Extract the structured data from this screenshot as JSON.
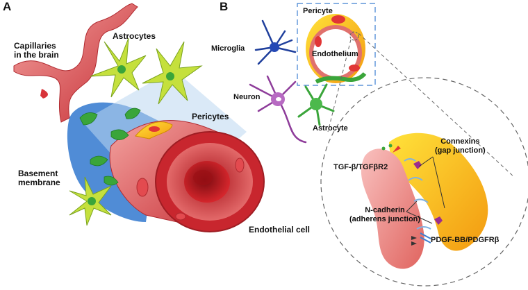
{
  "panel_a": {
    "letter": "A",
    "labels": {
      "capillaries": "Capillaries\nin the brain",
      "astrocytes": "Astrocytes",
      "pericytes": "Pericytes",
      "basement": "Basement\nmembrane",
      "endothelial": "Endothelial cell"
    }
  },
  "panel_b": {
    "letter": "B",
    "labels": {
      "pericyte": "Pericyte",
      "microglia": "Microglia",
      "endothelium": "Endothelium",
      "neuron": "Neuron",
      "astrocyte": "Astrocyte"
    },
    "junction_labels": {
      "connexins": "Connexins\n(gap junction)",
      "tgf": "TGF-β/TGFβR2",
      "ncadherin": "N-cadherin\n(adherens junction)",
      "pdgf": "PDGF-BB/PDGFRβ"
    }
  },
  "colors": {
    "capillary_red": "#d8343a",
    "astrocyte_green": "#3aa53a",
    "pericyte_yellow": "#f5c400",
    "basement_blue": "#3d7fd1",
    "microglia_blue": "#1f3f9c",
    "neuron_purple": "#8e3c9a"
  }
}
